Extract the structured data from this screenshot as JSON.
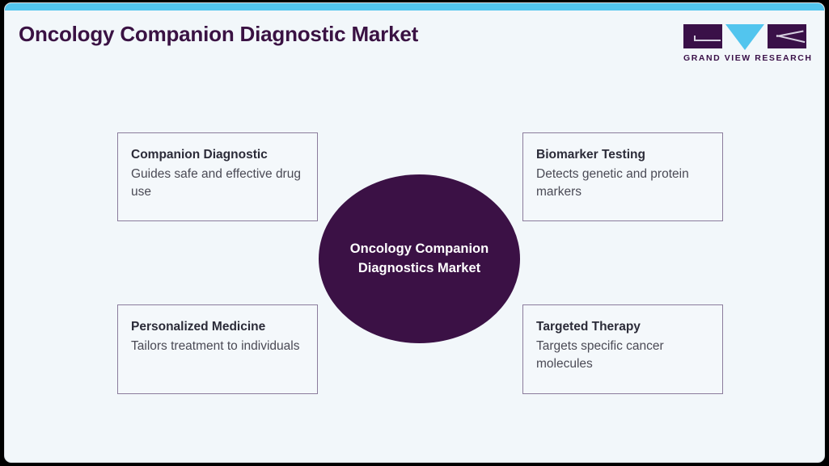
{
  "header": {
    "title": "Oncology Companion Diagnostic Market",
    "logo": {
      "wordmark": "GRAND VIEW RESEARCH",
      "mark_letters": [
        "G",
        "V",
        "R"
      ]
    }
  },
  "diagram": {
    "type": "hub-and-spoke",
    "center": {
      "label_line_1": "Oncology Companion",
      "label_line_2": "Diagnostics Market",
      "fill_color": "#3b1145",
      "text_color": "#ffffff"
    },
    "nodes": [
      {
        "position": "top-left",
        "title": "Companion Diagnostic",
        "description": "Guides safe and effective drug use"
      },
      {
        "position": "top-right",
        "title": "Biomarker Testing",
        "description": "Detects genetic and protein markers"
      },
      {
        "position": "bottom-left",
        "title": "Personalized Medicine",
        "description": "Tailors treatment to individuals"
      },
      {
        "position": "bottom-right",
        "title": "Targeted Therapy",
        "description": "Targets specific cancer molecules"
      }
    ]
  },
  "theme": {
    "accent_bar_color": "#52c5ee",
    "brand_purple": "#3a1048",
    "card_background": "#f2f7fa",
    "box_border_color": "#8b7c9c"
  }
}
